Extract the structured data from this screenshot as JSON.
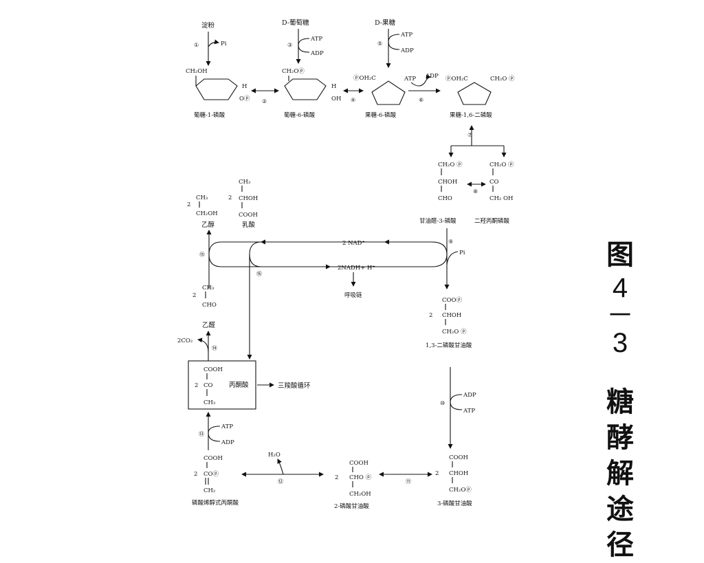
{
  "figure": {
    "title_chars": [
      "图",
      "4",
      "－",
      "3",
      "糖",
      "酵",
      "解",
      "途",
      "径"
    ]
  },
  "compounds": {
    "starch": "淀粉",
    "glucose": "D-葡萄糖",
    "fructose": "D-果糖",
    "g1p": "葡糖-1-磷酸",
    "g6p": "葡糖-6-磷酸",
    "f6p": "果糖-6-磷酸",
    "f16bp": "果糖-1,6-二磷酸",
    "g3p": "甘油醛-3-磷酸",
    "dhap": "二羟丙酮磷酸",
    "bpg13": "1,3-二磷酸甘油酸",
    "pga3": "3-磷酸甘油酸",
    "pga2": "2-磷酸甘油酸",
    "pep": "磷酸烯醇式丙酮酸",
    "pyruvate": "丙酮酸",
    "acetaldehyde": "乙醛",
    "ethanol": "乙醇",
    "lactate": "乳酸",
    "tca": "三羧酸循环",
    "resp_chain": "呼吸链"
  },
  "cofactors": {
    "pi": "Pi",
    "atp": "ATP",
    "adp": "ADP",
    "nad": "2 NAD⁺",
    "nadh": "2NADH+ H⁺",
    "h2o": "H₂O",
    "co2": "2CO₂"
  },
  "steps": [
    "①",
    "②",
    "③",
    "④",
    "⑤",
    "⑥",
    "⑦",
    "⑧",
    "⑨",
    "⑩",
    "⑪",
    "⑫",
    "⑬",
    "⑭",
    "⑮",
    "⑯"
  ],
  "formulas": {
    "ch2oh": "CH₂OH",
    "ch2op": "CH₂O ⓟ",
    "ch2op_tight": "CH₂Oⓟ",
    "ophc": "ⓟOH₂C",
    "op": "Oⓟ",
    "h": "H",
    "oh": "OH",
    "chohcho": "CHOH",
    "cho": "CHO",
    "co": "CO",
    "cooh": "COOH",
    "choh": "CHOH",
    "coop": "COOⓟ",
    "chop": "CHO ⓟ",
    "ch3": "CH₃",
    "ch2": "CH₂",
    "cop": "COⓟ",
    "coeq": "CO",
    "two": "2",
    "ch2oh2": "CH₂ OH"
  }
}
